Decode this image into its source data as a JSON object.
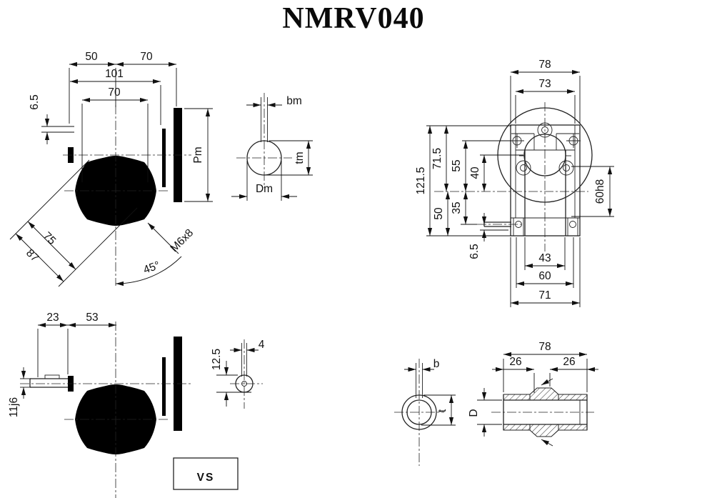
{
  "title": "NMRV040",
  "badge": "VS",
  "front_view": {
    "dims": {
      "d50": "50",
      "d70_top": "70",
      "d101": "101",
      "d70_bolt": "70",
      "d6_5": "6.5",
      "pm": "Pm",
      "d75": "75",
      "d87": "87",
      "thread": "M6x8",
      "angle": "45°"
    }
  },
  "motor_bore": {
    "dims": {
      "bm": "bm",
      "tm": "tm",
      "dm": "Dm"
    }
  },
  "rear_view": {
    "dims": {
      "d78": "78",
      "d73": "73",
      "d121_5": "121.5",
      "d71_5": "71.5",
      "d55": "55",
      "d40": "40",
      "d35": "35",
      "d50": "50",
      "d6_5": "6.5",
      "d60h8": "60h8",
      "d43": "43",
      "d60": "60",
      "d71": "71"
    }
  },
  "vs_view": {
    "dims": {
      "d23": "23",
      "d53": "53",
      "d11j6": "11j6"
    }
  },
  "worm_section": {
    "dims": {
      "d12_5": "12.5",
      "d4": "4"
    }
  },
  "output_bore": {
    "dims": {
      "b": "b",
      "t": "t"
    }
  },
  "output_shaft": {
    "dims": {
      "d78": "78",
      "d26_left": "26",
      "d26_right": "26",
      "dD": "D"
    }
  }
}
